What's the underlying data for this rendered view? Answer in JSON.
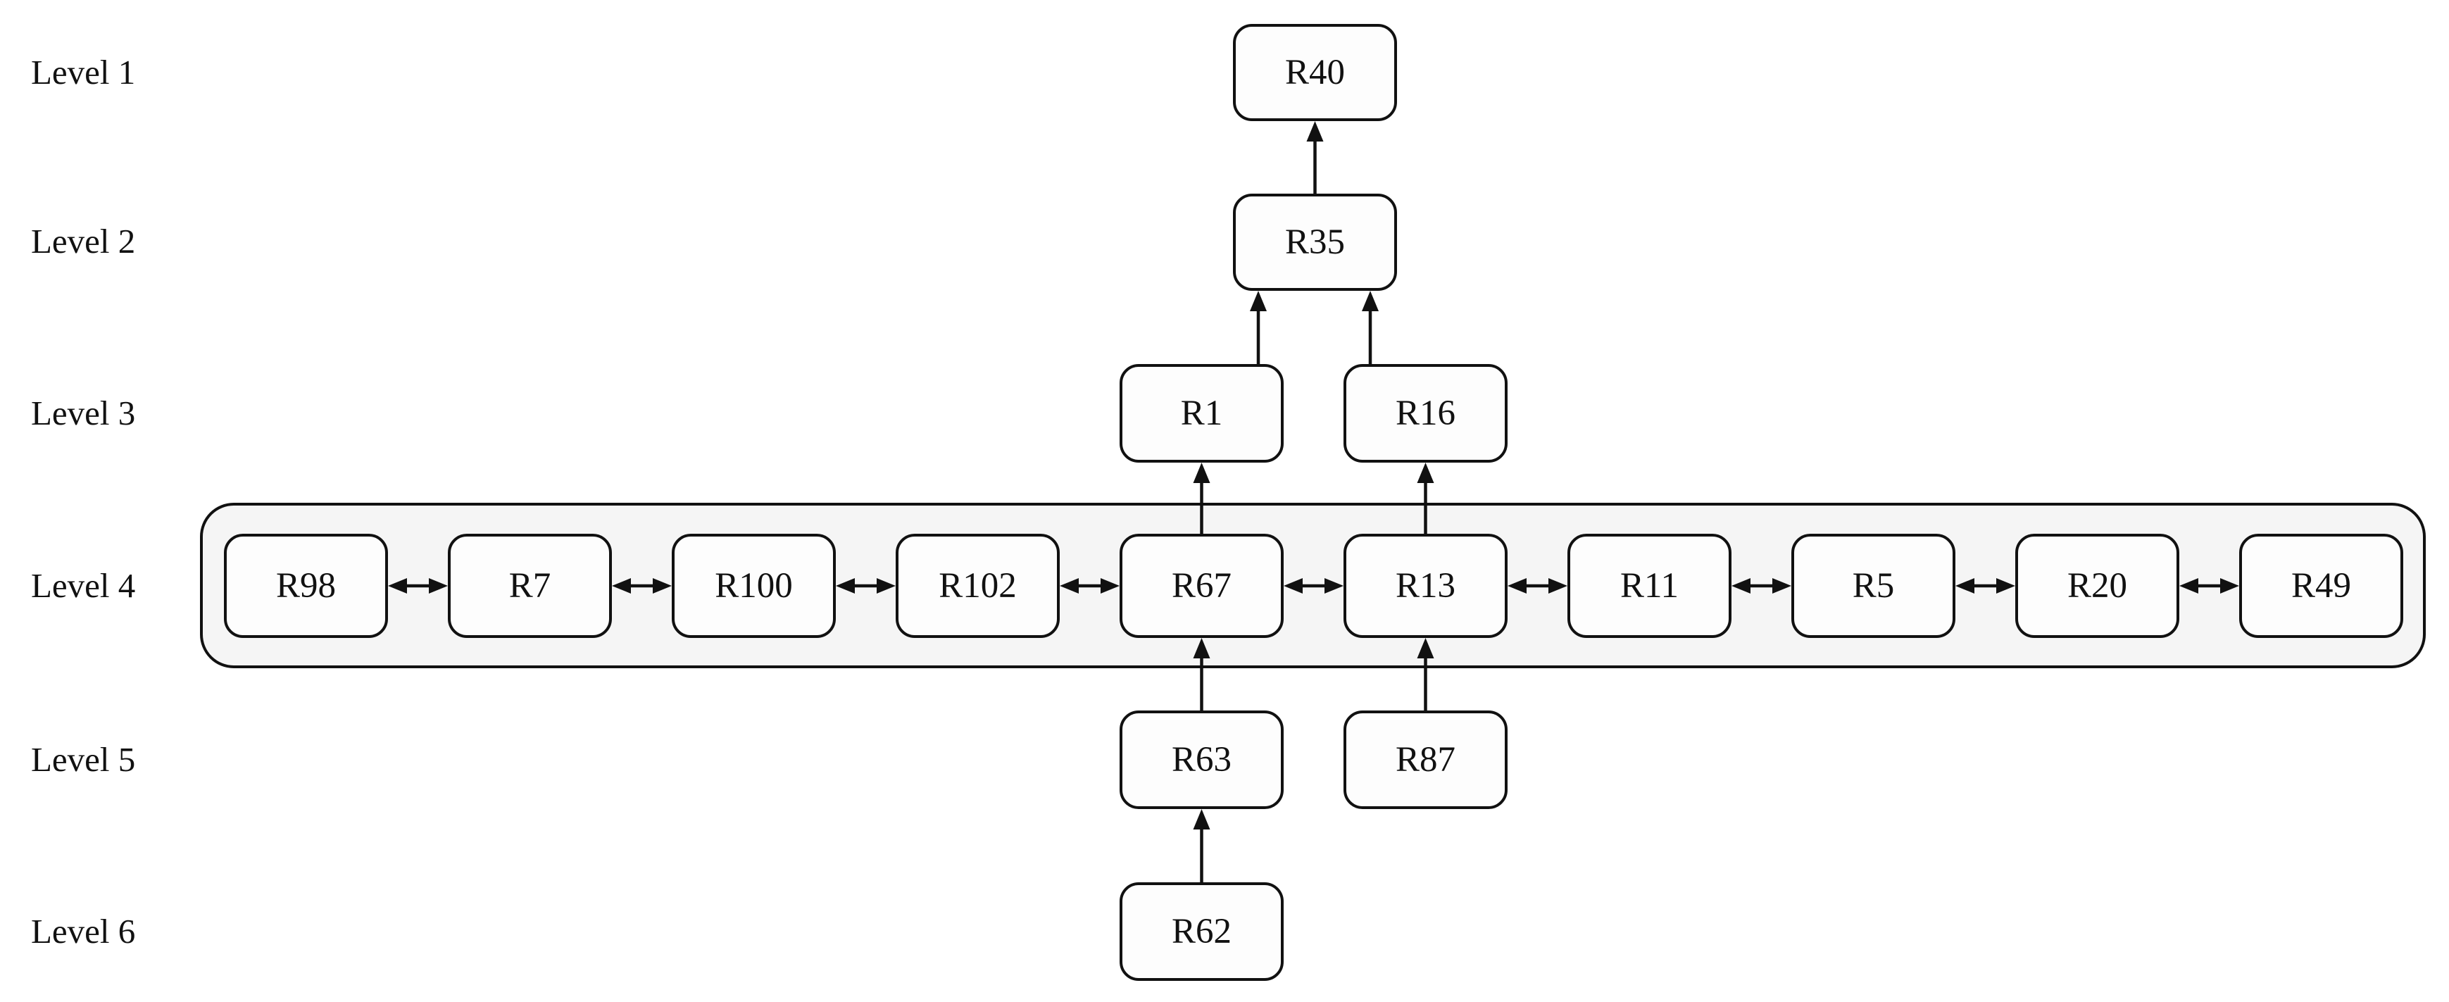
{
  "diagram_title": "",
  "colors": {
    "background": "#ffffff",
    "node_fill": "#fdfdfd",
    "node_border": "#111111",
    "group_fill": "#f5f5f5",
    "edge": "#111111",
    "text": "#111111"
  },
  "levels": [
    {
      "label": "Level 1",
      "nodes": [
        "R40"
      ]
    },
    {
      "label": "Level 2",
      "nodes": [
        "R35"
      ]
    },
    {
      "label": "Level 3",
      "nodes": [
        "R1",
        "R16"
      ]
    },
    {
      "label": "Level 4",
      "grouped": true,
      "nodes": [
        "R98",
        "R7",
        "R100",
        "R102",
        "R67",
        "R13",
        "R11",
        "R5",
        "R20",
        "R49"
      ]
    },
    {
      "label": "Level 5",
      "nodes": [
        "R63",
        "R87"
      ]
    },
    {
      "label": "Level 6",
      "nodes": [
        "R62"
      ]
    }
  ],
  "edges": [
    {
      "from": "R35",
      "to": "R40",
      "type": "directed"
    },
    {
      "from": "R1",
      "to": "R35",
      "type": "directed"
    },
    {
      "from": "R16",
      "to": "R35",
      "type": "directed"
    },
    {
      "from": "R67",
      "to": "R1",
      "type": "directed"
    },
    {
      "from": "R13",
      "to": "R16",
      "type": "directed"
    },
    {
      "from": "R63",
      "to": "R67",
      "type": "directed"
    },
    {
      "from": "R87",
      "to": "R13",
      "type": "directed"
    },
    {
      "from": "R62",
      "to": "R63",
      "type": "directed"
    },
    {
      "from": "R98",
      "to": "R7",
      "type": "bidirectional"
    },
    {
      "from": "R7",
      "to": "R100",
      "type": "bidirectional"
    },
    {
      "from": "R100",
      "to": "R102",
      "type": "bidirectional"
    },
    {
      "from": "R102",
      "to": "R67",
      "type": "bidirectional"
    },
    {
      "from": "R67",
      "to": "R13",
      "type": "bidirectional"
    },
    {
      "from": "R13",
      "to": "R11",
      "type": "bidirectional"
    },
    {
      "from": "R11",
      "to": "R5",
      "type": "bidirectional"
    },
    {
      "from": "R5",
      "to": "R20",
      "type": "bidirectional"
    },
    {
      "from": "R20",
      "to": "R49",
      "type": "bidirectional"
    }
  ]
}
